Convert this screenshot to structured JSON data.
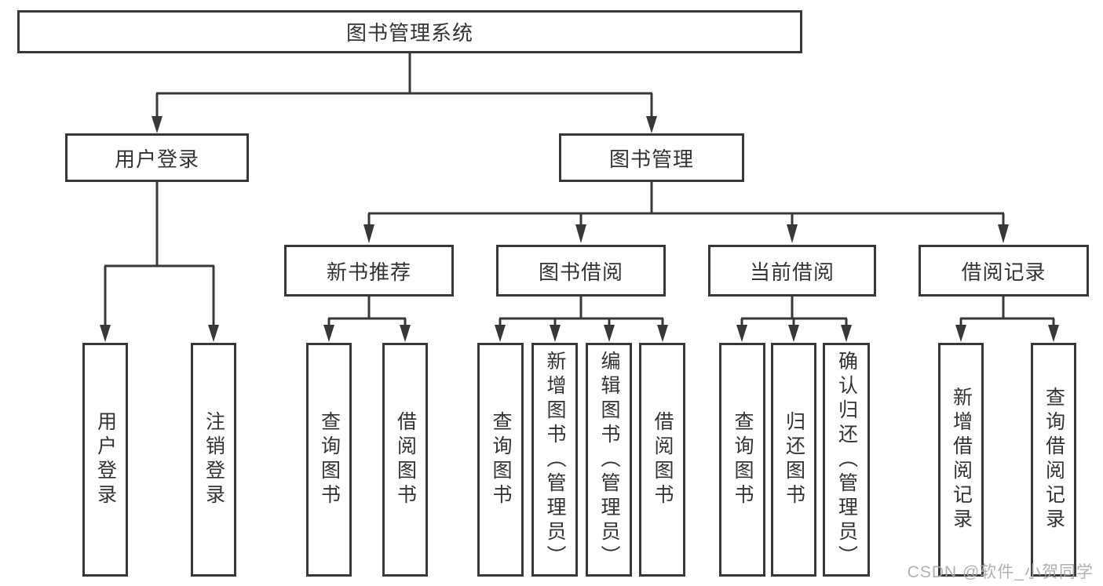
{
  "diagram": {
    "title": "图书管理系统",
    "root": {
      "label": "图书管理系统"
    },
    "level2": {
      "user_login": {
        "label": "用户登录"
      },
      "book_management": {
        "label": "图书管理"
      }
    },
    "level3": {
      "new_book_recommend": {
        "label": "新书推荐"
      },
      "book_borrow": {
        "label": "图书借阅"
      },
      "current_borrow": {
        "label": "当前借阅"
      },
      "borrow_record": {
        "label": "借阅记录"
      }
    },
    "leaves": {
      "login": {
        "label": "用户登录"
      },
      "logout": {
        "label": "注销登录"
      },
      "recommend_query_books": {
        "label": "查询图书"
      },
      "recommend_borrow_books": {
        "label": "借阅图书"
      },
      "borrow_query_books": {
        "label": "查询图书"
      },
      "borrow_add_books": {
        "label": "新增图书（管理员）"
      },
      "borrow_edit_books": {
        "label": "编辑图书（管理员）"
      },
      "borrow_borrow_books": {
        "label": "借阅图书"
      },
      "current_query_books": {
        "label": "查询图书"
      },
      "current_return_books": {
        "label": "归还图书"
      },
      "current_confirm_return": {
        "label": "确认归还（管理员）"
      },
      "record_add": {
        "label": "新增借阅记录"
      },
      "record_query": {
        "label": "查询借阅记录"
      }
    },
    "colors": {
      "line": "#383838",
      "text": "#333333",
      "background": "#ffffff",
      "watermark": "#a8a8a8"
    },
    "watermark": "CSDN @软件_小贺同学"
  }
}
